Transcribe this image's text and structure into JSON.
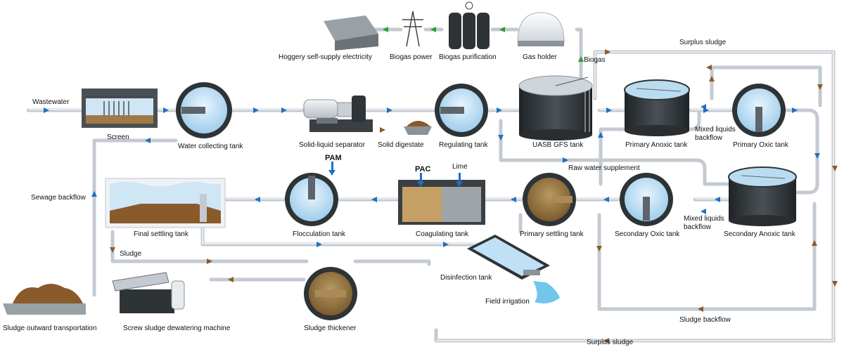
{
  "colors": {
    "pipe_fill": "#e4e8ec",
    "pipe_edge": "#b9c0c7",
    "flow_arrow": "#1f6fc4",
    "sludge_arrow": "#8a5a2b",
    "biogas_arrow": "#2e9e3a",
    "water": "#bfe0f5",
    "sludge": "#8a6a3c",
    "tank_dark": "#2e3336"
  },
  "labels": {
    "wastewater": "Wastewater",
    "screen": "Screen",
    "water_collecting_tank": "Water collecting tank",
    "solid_liquid_separator": "Solid-liquid separator",
    "solid_digestate": "Solid digestate",
    "regulating_tank": "Regulating tank",
    "uasb_gfs_tank": "UASB GFS tank",
    "primary_anoxic_tank": "Primary Anoxic tank",
    "mixed_liquids_backflow_1_line1": "Mixed liquids",
    "mixed_liquids_backflow_1_line2": "backflow",
    "primary_oxic_tank": "Primary Oxic tank",
    "hoggery_electricity": "Hoggery self-supply electricity",
    "biogas_power": "Biogas power",
    "biogas_purification": "Biogas purification",
    "gas_holder": "Gas holder",
    "biogas": "Biogas",
    "surplus_sludge_top": "Surplus sludge",
    "raw_water_supplement": "Raw water supplement",
    "pam": "PAM",
    "pac": "PAC",
    "lime": "Lime",
    "sewage_backflow": "Sewage backflow",
    "final_settling_tank": "Final settling tank",
    "flocculation_tank": "Flocculation tank",
    "coagulating_tank": "Coagulating tank",
    "primary_settling_tank": "Primary settling tank",
    "secondary_oxic_tank": "Secondary Oxic tank",
    "mixed_liquids_backflow_2_line1": "Mixed liquids",
    "mixed_liquids_backflow_2_line2": "backflow",
    "secondary_anoxic_tank": "Secondary Anoxic tank",
    "sludge": "Sludge",
    "disinfection_tank": "Disinfection tank",
    "field_irrigation": "Field irrigation",
    "sludge_outward_transportation": "Sludge outward transportation",
    "screw_sludge_dewatering_machine": "Screw sludge dewatering machine",
    "sludge_thickener": "Sludge thickener",
    "sludge_backflow": "Sludge backflow",
    "surplus_sludge_bottom": "Surplus sludge"
  }
}
